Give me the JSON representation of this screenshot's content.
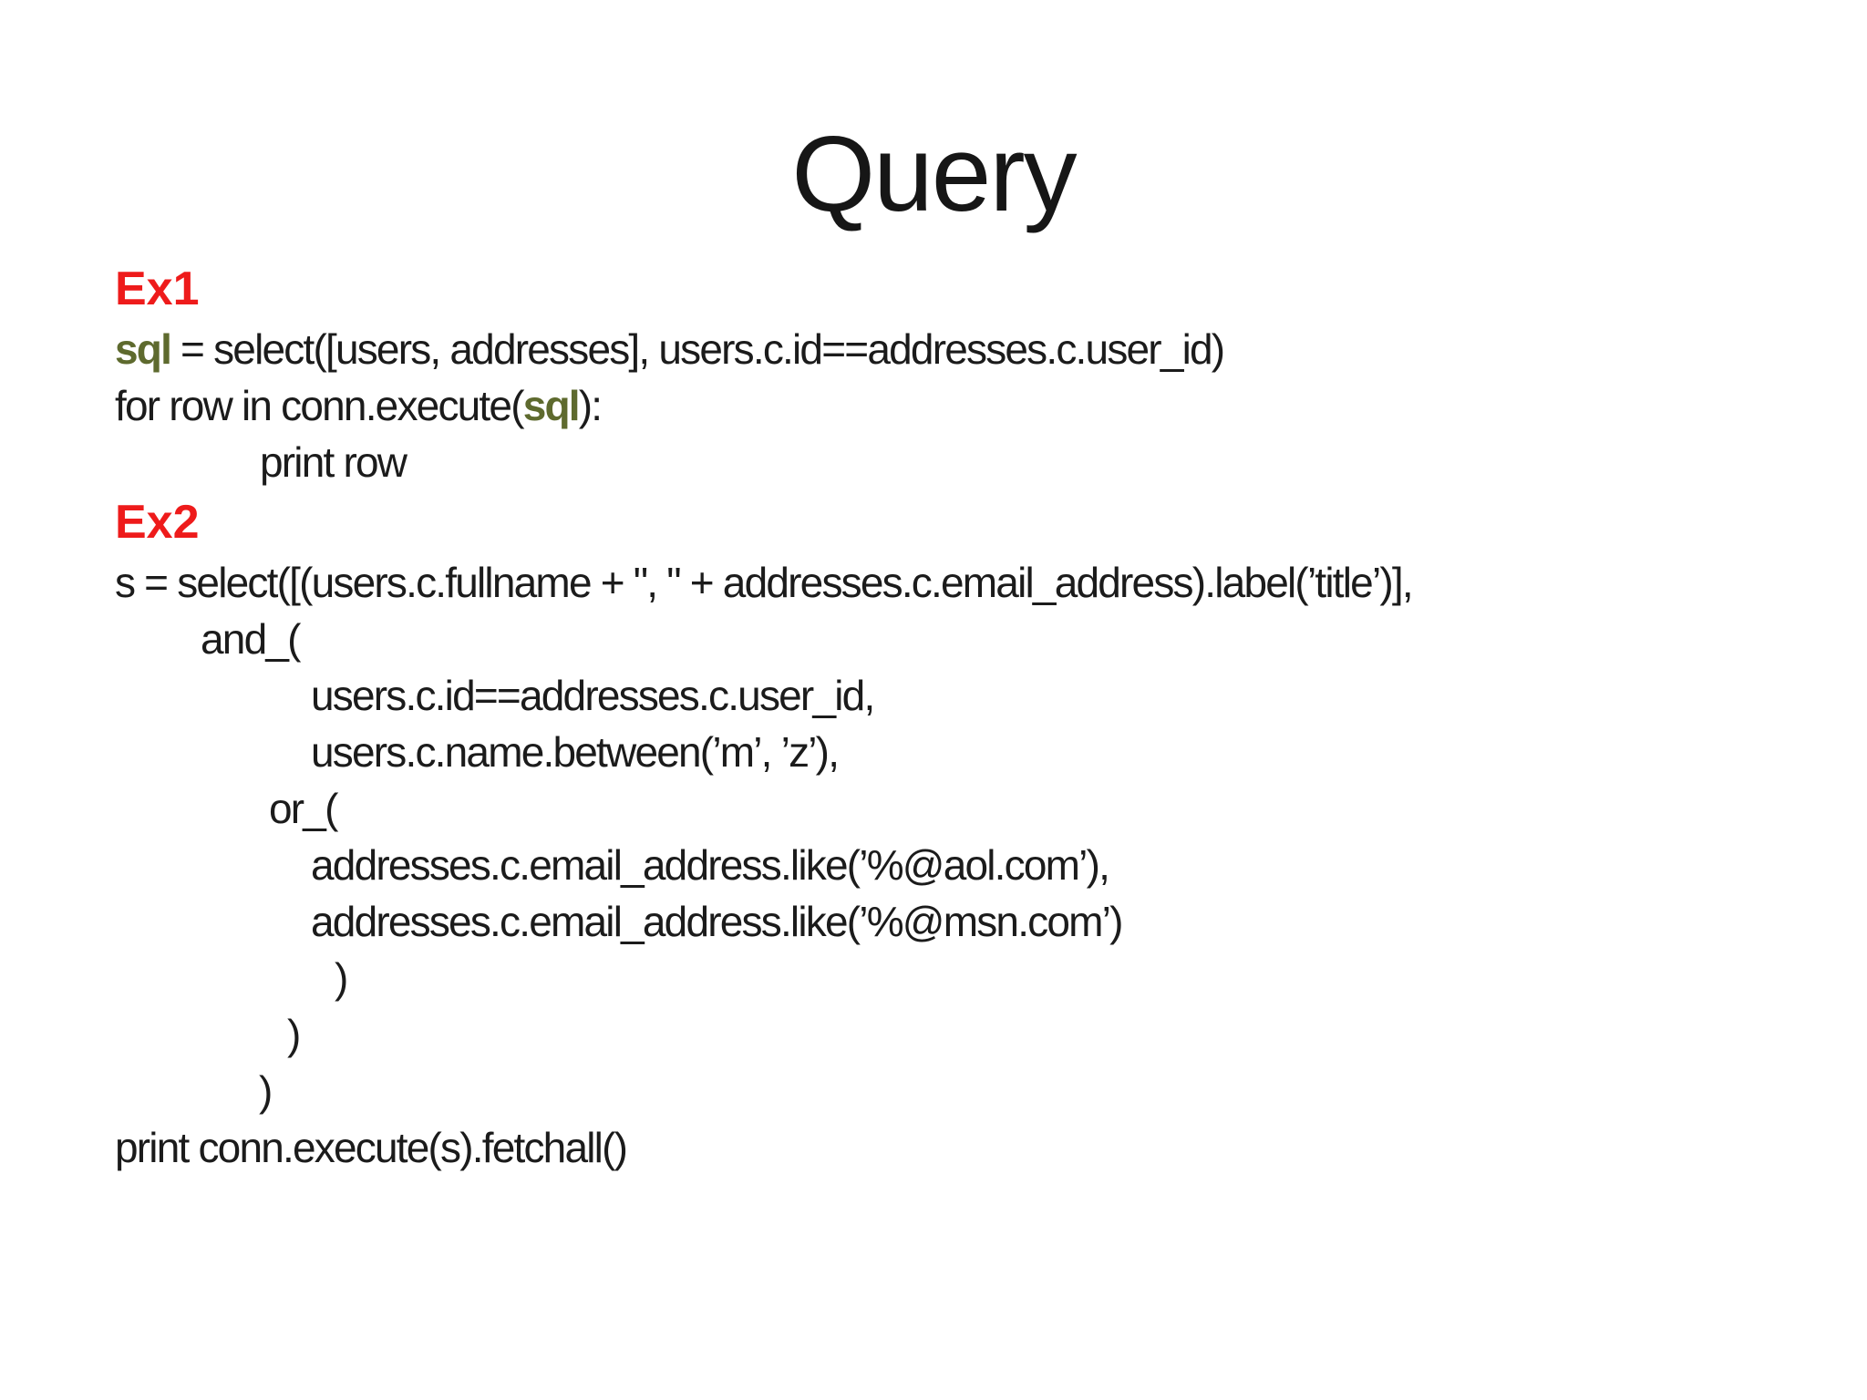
{
  "slide": {
    "title": "Query"
  },
  "colors": {
    "background": "#ffffff",
    "title_color": "#161616",
    "heading_red": "#ee1b1b",
    "keyword_olive": "#5e6a2e",
    "code_text": "#1b1b1b"
  },
  "ex1": {
    "heading": "Ex1",
    "lines": [
      {
        "token": "sql",
        "rest": " = select([users, addresses], users.c.id==addresses.c.user_id)"
      },
      {
        "pre": "for row in conn.execute(",
        "token": "sql",
        "rest": "):"
      },
      {
        "text": "print row"
      }
    ]
  },
  "ex2": {
    "heading": "Ex2",
    "lines": [
      {
        "text": "s = select([(users.c.fullname + \", \" + addresses.c.email_address).label(’title’)],"
      },
      {
        "text": "and_("
      },
      {
        "text": "users.c.id==addresses.c.user_id,"
      },
      {
        "text": "users.c.name.between(’m’, ’z’),"
      },
      {
        "text": "or_("
      },
      {
        "text": "addresses.c.email_address.like(’%@aol.com’),"
      },
      {
        "text": "addresses.c.email_address.like(’%@msn.com’)"
      },
      {
        "text": ")"
      },
      {
        "text": ")"
      },
      {
        "text": ")"
      },
      {
        "text": "print conn.execute(s).fetchall()"
      }
    ]
  }
}
